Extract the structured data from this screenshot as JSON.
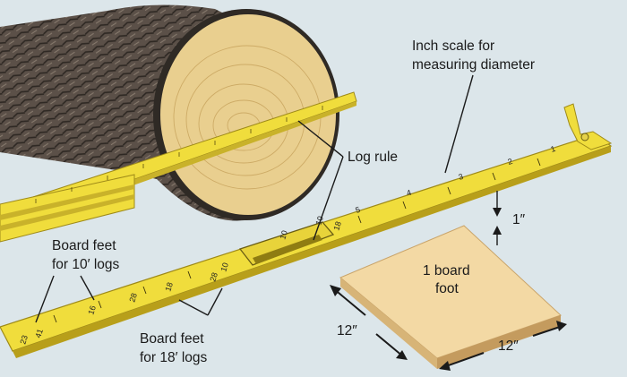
{
  "labels": {
    "inch_scale_line1": "Inch scale for",
    "inch_scale_line2": "measuring diameter",
    "log_rule": "Log rule",
    "thickness": "1″",
    "board_line1": "1 board",
    "board_line2": "foot",
    "side_left": "12″",
    "side_right": "12″",
    "bf10_line1": "Board feet",
    "bf10_line2": "for 10′ logs",
    "bf18_line1": "Board feet",
    "bf18_line2": "for 18′ logs"
  },
  "ruler_marks": {
    "inch_numbers": [
      "1",
      "2",
      "3",
      "4",
      "5"
    ],
    "scale_10ft": [
      "10",
      "16",
      "28",
      "23"
    ],
    "scale_18ft": [
      "18",
      "28",
      "41"
    ],
    "slider_marks": [
      "10",
      "10",
      "18"
    ]
  },
  "colors": {
    "background": "#dce6ea",
    "ruler_yellow": "#f0dd3c",
    "ruler_edge": "#b89f1a",
    "bark": "#4a4038",
    "wood_end": "#e9cf8f",
    "board": "#f3d9a4",
    "board_edge": "#d7b477"
  }
}
